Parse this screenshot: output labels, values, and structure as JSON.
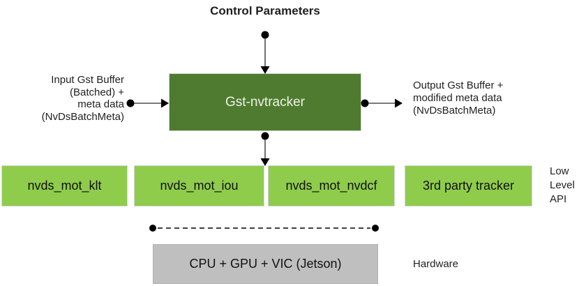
{
  "top": {
    "control_parameters_label": "Control Parameters"
  },
  "main_box": {
    "label": "Gst-nvtracker",
    "fill": "#4F7B31",
    "text_color": "#EEF3E3"
  },
  "io": {
    "input_label": "Input Gst Buffer\n(Batched) +\nmeta data\n(NvDsBatchMeta)",
    "output_label": "Output Gst Buffer +\nmodified meta data\n(NvDsBatchMeta)"
  },
  "low_level_api": {
    "trackers": [
      "nvds_mot_klt",
      "nvds_mot_iou",
      "nvds_mot_nvdcf",
      "3rd party tracker"
    ],
    "side_label": "Low\nLevel\nAPI",
    "box_fill": "#8FCC4C"
  },
  "hardware": {
    "box_label": "CPU + GPU + VIC (Jetson)",
    "side_label": "Hardware",
    "box_fill": "#BFBFBF"
  },
  "connectors": {
    "marker_color": "#000000",
    "line_color": "#4d4d4d"
  }
}
